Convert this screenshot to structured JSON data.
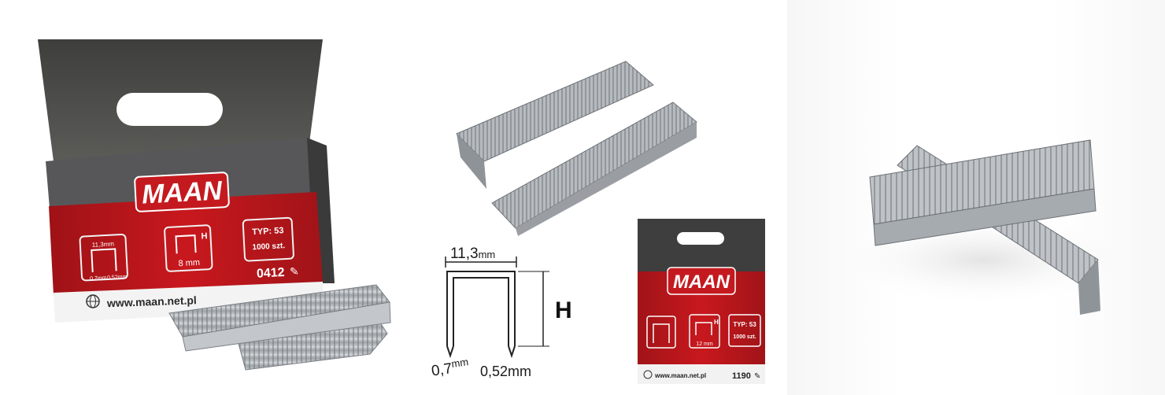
{
  "box_large": {
    "brand": "MAAN",
    "type_label": "TYP: 53",
    "quantity_label": "1000 szt.",
    "size_label": "8 mm",
    "height_symbol": "H",
    "dim_width": "11,3mm",
    "dim_wire": "0,7mm",
    "dim_thickness": "0,52mm",
    "product_code": "0412",
    "website": "www.maan.net.pl"
  },
  "diagram": {
    "width_label": "11,3",
    "width_unit": "mm",
    "height_label": "H",
    "wire_label": "0,7",
    "wire_unit": "mm",
    "thickness_label": "0,52mm"
  },
  "box_small": {
    "brand": "MAAN",
    "type_label": "TYP: 53",
    "quantity_label": "1000 szt.",
    "size_label": "12 mm",
    "height_symbol": "H",
    "product_code": "1190",
    "website": "www.maan.net.pl"
  },
  "colors": {
    "box_grey": "#4a4a48",
    "brand_red": "#c41a1f",
    "staple_steel": "#a9adb1"
  }
}
